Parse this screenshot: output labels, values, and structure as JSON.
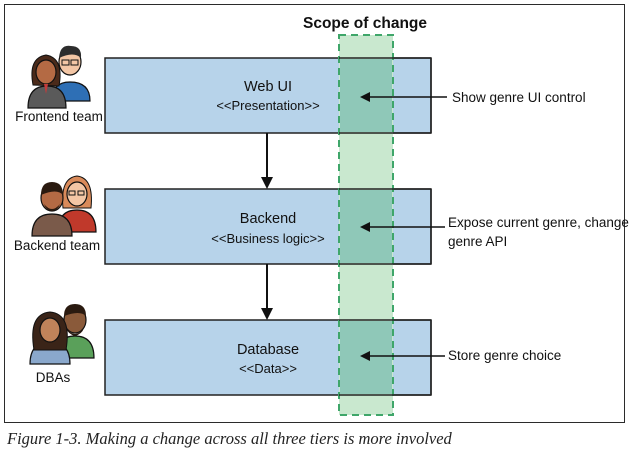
{
  "diagram": {
    "scope_title": "Scope of change",
    "tiers": [
      {
        "name": "Web UI",
        "stereotype": "<<Presentation>>"
      },
      {
        "name": "Backend",
        "stereotype": "<<Business logic>>"
      },
      {
        "name": "Database",
        "stereotype": "<<Data>>"
      }
    ],
    "teams": [
      {
        "label": "Frontend team"
      },
      {
        "label": "Backend team"
      },
      {
        "label": "DBAs"
      }
    ],
    "changes": [
      {
        "lines": [
          "Show genre UI control"
        ]
      },
      {
        "lines": [
          "Expose current genre, change",
          "genre API"
        ]
      },
      {
        "lines": [
          "Store genre choice"
        ]
      }
    ],
    "colors": {
      "tier_fill": "#b7d3ea",
      "scope_fill": "#c9e8cf",
      "scope_border": "#3fa66a",
      "overlap_fill": "#8fc8b8"
    }
  },
  "caption": "Figure 1-3. Making a change across all three tiers is more involved"
}
